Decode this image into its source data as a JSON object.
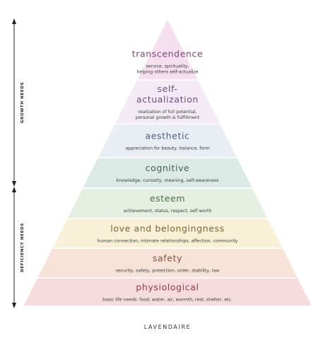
{
  "side_labels": {
    "growth": "GROWTH NEEDS",
    "deficiency": "DEFICIENCY NEEDS"
  },
  "brand": "LAVENDAIRE",
  "tiers": [
    {
      "name": "transcendence",
      "title": [
        "transcendence"
      ],
      "description": [
        "service, spirituality,",
        "helping others self-actualize"
      ],
      "color": "#f6dfee",
      "title_color": "#7a4a6e"
    },
    {
      "name": "self-actualization",
      "title": [
        "self-",
        "actualization"
      ],
      "description": [
        "realization of full potential,",
        "personal growth & fulfillment"
      ],
      "color": "#f4eaf6",
      "title_color": "#6e4f78"
    },
    {
      "name": "aesthetic",
      "title": [
        "aesthetic"
      ],
      "description": [
        "appreciation for beauty, balance, form"
      ],
      "color": "#e9eef5",
      "title_color": "#4f5f7a"
    },
    {
      "name": "cognitive",
      "title": [
        "cognitive"
      ],
      "description": [
        "knowledge, curiosity, meaning, self-awareness"
      ],
      "color": "#dbeae4",
      "title_color": "#3f6256"
    },
    {
      "name": "esteem",
      "title": [
        "esteem"
      ],
      "description": [
        "achievement, status, respect, self worth"
      ],
      "color": "#e5f0e2",
      "title_color": "#4d6a46"
    },
    {
      "name": "love-and-belongingness",
      "title": [
        "love and belongingness"
      ],
      "description": [
        "human connection, intimate relationships, affection, community"
      ],
      "color": "#f8f1d8",
      "title_color": "#7a6632"
    },
    {
      "name": "safety",
      "title": [
        "safety"
      ],
      "description": [
        "security, safety, protection, order, stability, law"
      ],
      "color": "#f8e3d8",
      "title_color": "#8a4f38"
    },
    {
      "name": "physiological",
      "title": [
        "physiological"
      ],
      "description": [
        "basic life needs: food, water, air, warmth, rest, shelter, etc."
      ],
      "color": "#f6dcdc",
      "title_color": "#8a3d48"
    }
  ]
}
